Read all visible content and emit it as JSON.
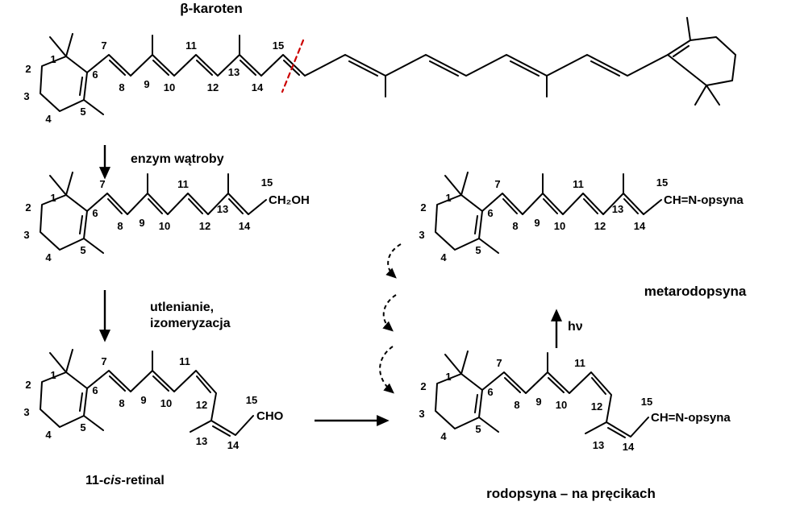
{
  "title": "β-karoten",
  "atom_numbers": {
    "n1": "1",
    "n2": "2",
    "n3": "3",
    "n4": "4",
    "n5": "5",
    "n6": "6",
    "n7": "7",
    "n8": "8",
    "n9": "9",
    "n10": "10",
    "n11": "11",
    "n12": "12",
    "n13": "13",
    "n14": "14",
    "n15": "15"
  },
  "groups": {
    "ch2oh": "CH₂OH",
    "cho": "CHO",
    "schiff": "CH=N-opsyna"
  },
  "labels": {
    "step1": "enzym wątroby",
    "step2_line1": "utlenianie,",
    "step2_line2": "izomeryzacja",
    "retinal_prefix": "11-",
    "retinal_cis": "cis",
    "retinal_suffix": "-retinal",
    "rhodopsin": "rodopsyna – na pręcikach",
    "metarhodopsin": "metarodopsyna",
    "light": "hν"
  },
  "colors": {
    "bond": "#000000",
    "cleavage": "#cc0000",
    "background": "#ffffff"
  }
}
